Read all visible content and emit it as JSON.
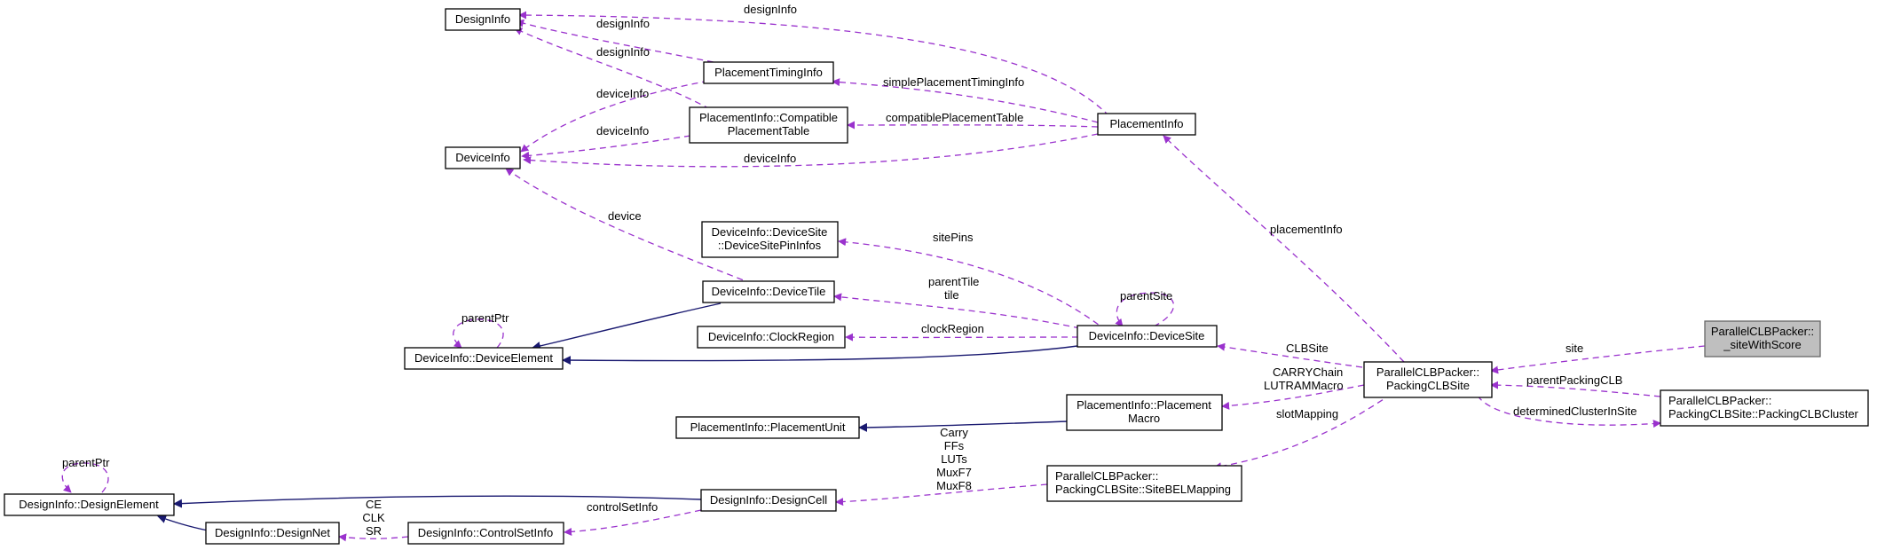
{
  "colors": {
    "usage_edge": "#9a32cd",
    "inherit_edge": "#191970",
    "highlight_fill": "#bfbfbf"
  },
  "nodes": {
    "designinfo": [
      "DesignInfo"
    ],
    "deviceinfo": [
      "DeviceInfo"
    ],
    "placementtiminginfo": [
      "PlacementTimingInfo"
    ],
    "compatibletable": [
      "PlacementInfo::Compatible",
      "PlacementTable"
    ],
    "placementinfo": [
      "PlacementInfo"
    ],
    "devicesitepininfos": [
      "DeviceInfo::DeviceSite",
      "::DeviceSitePinInfos"
    ],
    "devicetile": [
      "DeviceInfo::DeviceTile"
    ],
    "clockregion": [
      "DeviceInfo::ClockRegion"
    ],
    "devicesite": [
      "DeviceInfo::DeviceSite"
    ],
    "deviceelement": [
      "DeviceInfo::DeviceElement"
    ],
    "sitewithscore": [
      "ParallelCLBPacker::",
      "_siteWithScore"
    ],
    "packingclbsite": [
      "ParallelCLBPacker::",
      "PackingCLBSite"
    ],
    "packingclbcluster": [
      "ParallelCLBPacker::",
      "PackingCLBSite::PackingCLBCluster"
    ],
    "placementmacro": [
      "PlacementInfo::Placement",
      "Macro"
    ],
    "placementunit": [
      "PlacementInfo::PlacementUnit"
    ],
    "sitebelmapping": [
      "ParallelCLBPacker::",
      "PackingCLBSite::SiteBELMapping"
    ],
    "designcell": [
      "DesignInfo::DesignCell"
    ],
    "designelement": [
      "DesignInfo::DesignElement"
    ],
    "designnet": [
      "DesignInfo::DesignNet"
    ],
    "controlsetinfo": [
      "DesignInfo::ControlSetInfo"
    ]
  },
  "edge_labels": {
    "pti_designinfo": [
      "designInfo"
    ],
    "cpt_designinfo": [
      "designInfo"
    ],
    "pi_designinfo": [
      "designInfo"
    ],
    "pti_deviceinfo": [
      "deviceInfo"
    ],
    "cpt_deviceinfo": [
      "deviceInfo"
    ],
    "pi_deviceinfo": [
      "deviceInfo"
    ],
    "pi_pti": [
      "simplePlacementTimingInfo"
    ],
    "pi_cpt": [
      "compatiblePlacementTable"
    ],
    "tile_device": [
      "device"
    ],
    "site_pins": [
      "sitePins"
    ],
    "site_tile": [
      "parentTile",
      "tile"
    ],
    "site_parent": [
      "parentSite"
    ],
    "site_clock": [
      "clockRegion"
    ],
    "elem_parent": [
      "parentPtr"
    ],
    "clb_placement": [
      "placementInfo"
    ],
    "clb_site": [
      "CLBSite"
    ],
    "score_site": [
      "site"
    ],
    "cluster_parent": [
      "parentPackingCLB"
    ],
    "clb_cluster": [
      "determinedClusterInSite"
    ],
    "clb_macro": [
      "CARRYChain",
      "LUTRAMMacro"
    ],
    "clb_mapping": [
      "slotMapping"
    ],
    "mapping_cell": [
      "Carry",
      "FFs",
      "LUTs",
      "MuxF7",
      "MuxF8"
    ],
    "delem_parent": [
      "parentPtr"
    ],
    "cell_ctrl": [
      "controlSetInfo"
    ],
    "ctrl_net": [
      "CE",
      "CLK",
      "SR"
    ]
  }
}
